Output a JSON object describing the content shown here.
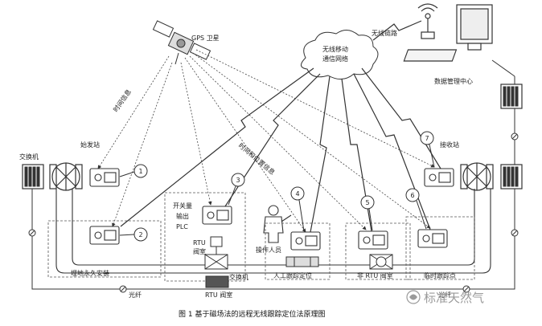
{
  "labels": {
    "gps_satellite": "GPS 卫星",
    "wireless_network": [
      "无线移动",
      "通信网络"
    ],
    "wireless_link": "无线链路",
    "data_center": "数据管理中心",
    "start_station": "始发站",
    "receive_station": "接收站",
    "switch_left": "交换机",
    "switch_bottom": "交换机",
    "time_info": "时间信息",
    "time_position_info": "时间和位置信息",
    "switch_output_plc": [
      "开关量",
      "输出",
      "PLC"
    ],
    "valve_chamber": [
      "RTU",
      "阀室"
    ],
    "operator": "操作人员",
    "permanent_install": "埋地永久安装",
    "manual_tracking": "人工跟踪定位",
    "non_rtu_valve": "非 RTU 阀室",
    "temp_tracking": "临时跟踪点",
    "fiber_bottom": "光纤",
    "fiber_right": "光纤",
    "rtu_valve_bottom": "RTU 阀室"
  },
  "markers": [
    "1",
    "2",
    "3",
    "4",
    "5",
    "6",
    "7"
  ],
  "caption": "图 1   基于磁场法的远程无线跟踪定位法原理图",
  "watermark": "标准天然气"
}
